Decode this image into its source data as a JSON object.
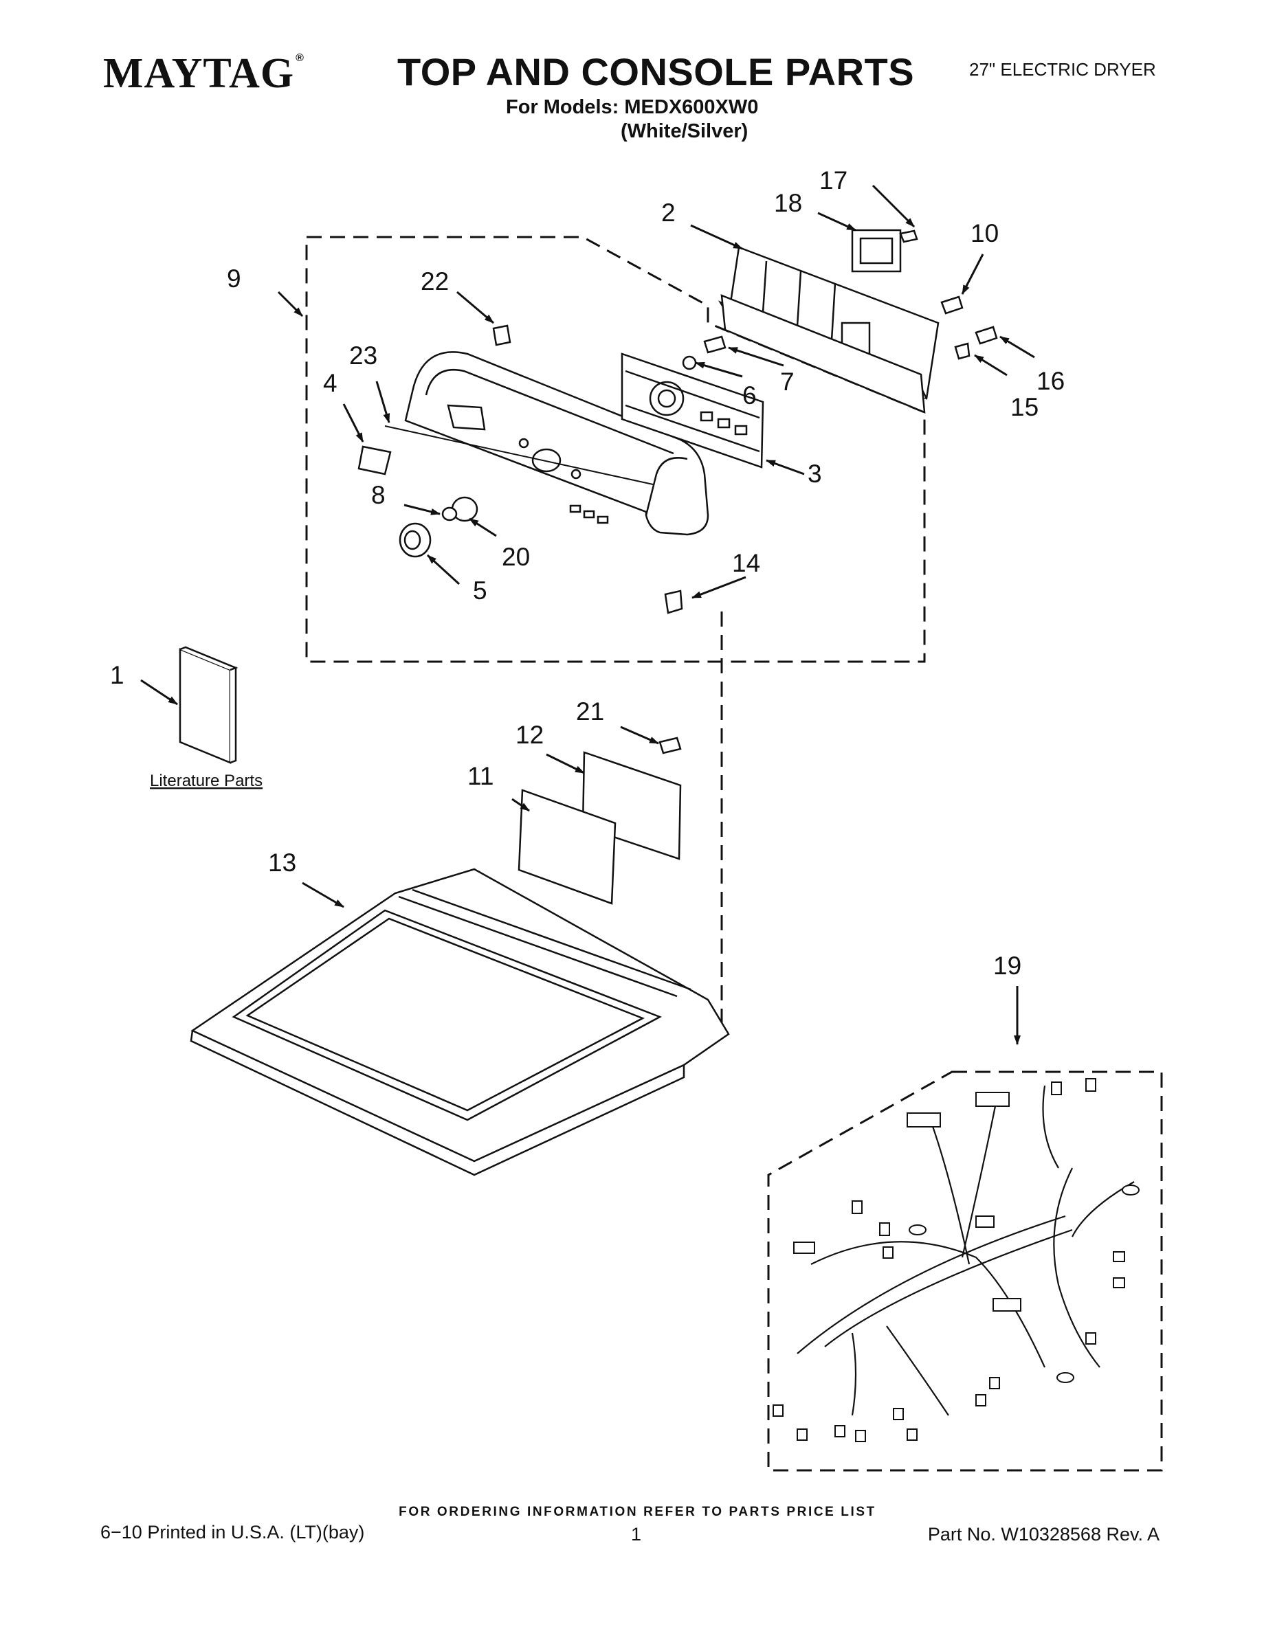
{
  "header": {
    "brand": "MAYTAG",
    "registered_mark": "®",
    "title": "TOP AND CONSOLE PARTS",
    "product": "27\" ELECTRIC DRYER",
    "models_line": "For Models: MEDX600XW0",
    "variant_line": "(White/Silver)"
  },
  "callouts": [
    "1",
    "2",
    "3",
    "4",
    "5",
    "6",
    "7",
    "8",
    "9",
    "10",
    "11",
    "12",
    "13",
    "14",
    "15",
    "16",
    "17",
    "18",
    "19",
    "20",
    "21",
    "22",
    "23"
  ],
  "literature_label": "Literature Parts",
  "footer": {
    "order_note": "FOR ORDERING INFORMATION REFER TO PARTS PRICE LIST",
    "printed": "6−10 Printed in U.S.A. (LT)(bay)",
    "page": "1",
    "part_no": "Part No. W10328568 Rev. A"
  }
}
